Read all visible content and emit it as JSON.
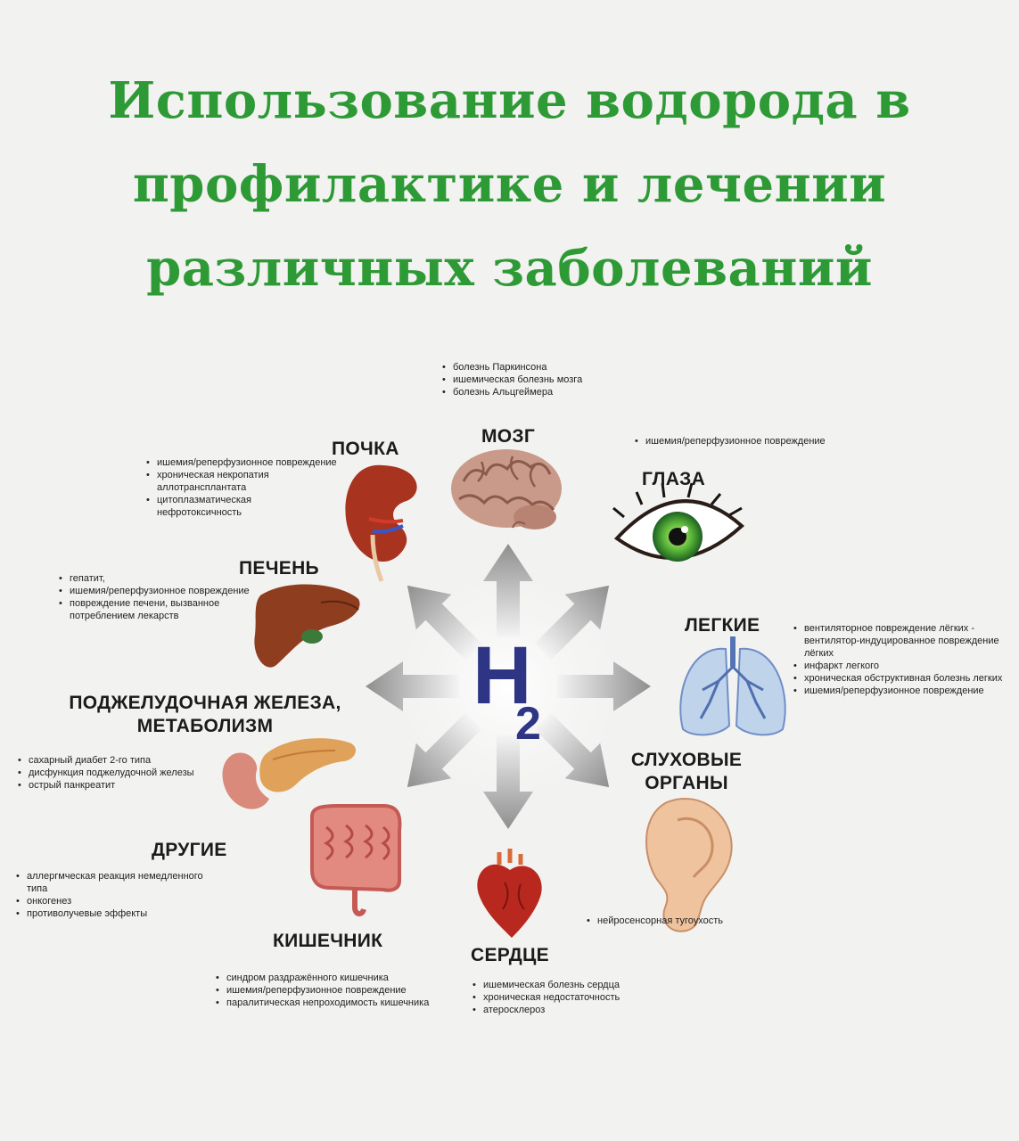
{
  "title": {
    "line1": "Использование водорода в",
    "line2": "профилактике и лечении",
    "line3": "различных заболеваний"
  },
  "center": {
    "symbol": "H",
    "subscript": "2"
  },
  "organs": {
    "brain": {
      "label": "МОЗГ",
      "items": [
        "болезнь Паркинсона",
        "ишемическая болезнь мозга",
        "болезнь Альцгеймера"
      ]
    },
    "kidney": {
      "label": "ПОЧКА",
      "items": [
        "ишемия/реперфузионное повреждение",
        "хроническая некропатия аллотрансплантата",
        "цитоплазматическая нефротоксичность"
      ]
    },
    "eyes": {
      "label": "ГЛАЗА",
      "items": [
        "ишемия/реперфузионное повреждение"
      ]
    },
    "liver": {
      "label": "ПЕЧЕНЬ",
      "items": [
        "гепатит,",
        "ишемия/реперфузионное повреждение",
        "повреждение печени, вызванное потреблением лекарств"
      ]
    },
    "lungs": {
      "label": "ЛЕГКИЕ",
      "items": [
        "вентиляторное повреждение лёгких - вентилятор-индуцированное повреждение лёгких",
        "инфаркт легкого",
        "хроническая обструктивная болезнь легких",
        "ишемия/реперфузионное повреждение"
      ]
    },
    "pancreas": {
      "label_line1": "ПОДЖЕЛУДОЧНАЯ ЖЕЛЕЗА,",
      "label_line2": "МЕТАБОЛИЗМ",
      "items": [
        "сахарный диабет 2-го типа",
        "дисфункция поджелудочной железы",
        "острый панкреатит"
      ]
    },
    "ears": {
      "label_line1": "СЛУХОВЫЕ",
      "label_line2": "ОРГАНЫ",
      "items": [
        "нейросенсорная тугоухость"
      ]
    },
    "other": {
      "label": "ДРУГИЕ",
      "items": [
        "аллергмческая реакция немедленного типа",
        "онкогенез",
        "противолучевые эффекты"
      ]
    },
    "intestine": {
      "label": "КИШЕЧНИК",
      "items": [
        "синдром раздражённого кишечника",
        "ишемия/реперфузионное повреждение",
        "паралитическая непроходимость кишечника"
      ]
    },
    "heart": {
      "label": "СЕРДЦЕ",
      "items": [
        "ишемическая болезнь сердца",
        "хроническая недостаточность",
        "атеросклероз"
      ]
    }
  },
  "colors": {
    "title": "#2e9a36",
    "h2": "#2e3585",
    "arrow": "#9e9e9e",
    "background": "#f2f2f1"
  }
}
